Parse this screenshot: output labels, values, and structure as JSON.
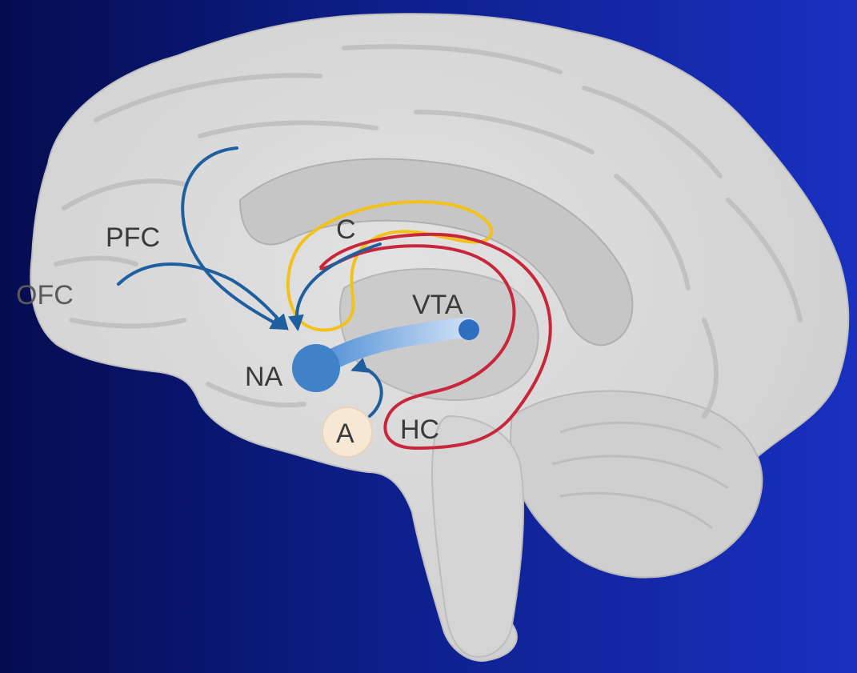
{
  "labels": {
    "pfc": "PFC",
    "ofc": "OFC",
    "c": "C",
    "vta": "VTA",
    "na": "NA",
    "a": "A",
    "hc": "HC"
  },
  "colors": {
    "background_left": "#050c50",
    "background_right": "#1a30c0",
    "brain": "#d9d9d9",
    "dopamine_pathway": "#1f5f9f",
    "cingulate_loop": "#f2c21a",
    "hippocampal_loop": "#c8263a",
    "na_node": "#3f82c8",
    "vta_node": "#2f6fbf",
    "amygdala_node": "#f7e8d6"
  }
}
